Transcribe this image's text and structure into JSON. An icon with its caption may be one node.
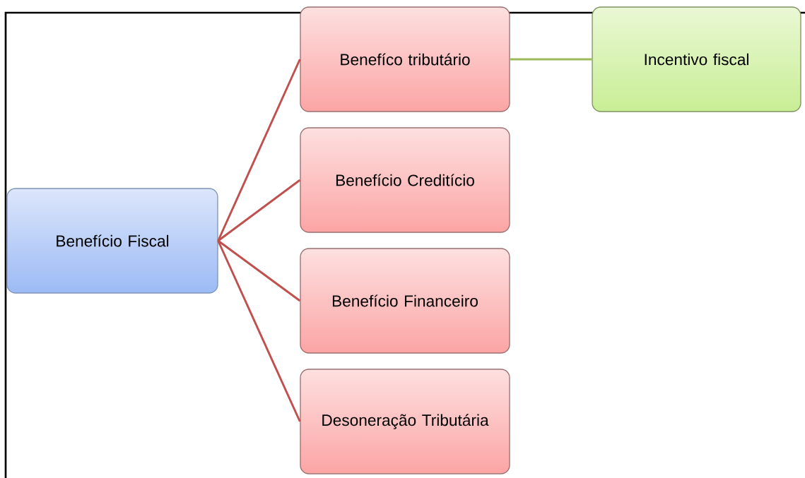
{
  "diagram": {
    "nodes": [
      {
        "text": [
          "Benefício Fiscal"
        ]
      },
      {
        "text": [
          "Benefíco tributário"
        ]
      },
      {
        "text": [
          "Incentivo fiscal"
        ]
      },
      {
        "text": [
          "Benefício Creditício"
        ]
      },
      {
        "text": [
          "Benefício Financeiro"
        ]
      },
      {
        "text": [
          "Desoneração Tributária"
        ]
      }
    ],
    "edges": [
      {
        "from": 0,
        "to": 1,
        "arrow": "none"
      },
      {
        "from": 0,
        "to": 3,
        "arrow": "none"
      },
      {
        "from": 0,
        "to": 4,
        "arrow": "none"
      },
      {
        "from": 0,
        "to": 5,
        "arrow": "none"
      },
      {
        "from": 1,
        "to": 2,
        "arrow": "none",
        "color": "#9bbb59"
      }
    ]
  }
}
